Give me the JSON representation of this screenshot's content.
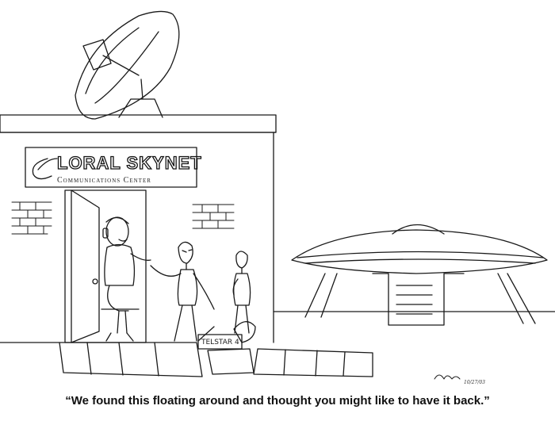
{
  "sign": {
    "title": "LORAL SKYNET",
    "subtitle": "Communications Center"
  },
  "panel_tag": "TELSTAR 4",
  "signature": {
    "date": "10/27/03"
  },
  "caption": "“We found this floating around and thought you might like to have it back.”"
}
